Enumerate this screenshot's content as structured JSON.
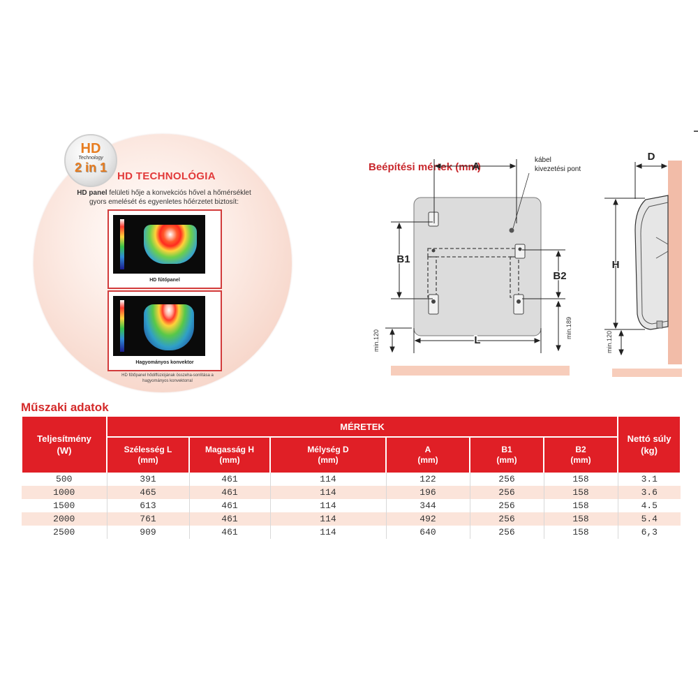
{
  "hd_badge": {
    "hd": "HD",
    "tech": "Technology",
    "twoin1": "2 in 1"
  },
  "hd_title": "HD TECHNOLÓGIA",
  "hd_desc_bold": "HD panel",
  "hd_desc_rest": " felületi hője a konvekciós hővel a hőmérséklet gyors emelését és egyenletes hőérzetet biztosít:",
  "thermo_captions": [
    "HD fűtőpanel",
    "Hagyományos konvektor"
  ],
  "hd_footnote": "HD fűtőpanel hődiffúziójának összeha-sonlítása a hagyományos konvektorral",
  "diagram": {
    "title": "Beépítési mértek (mm)",
    "label_a": "A",
    "label_b1": "B1",
    "label_b2": "B2",
    "label_l": "L",
    "label_d": "D",
    "label_h": "H",
    "cable_line1": "kábel",
    "cable_line2": "kivezetési pont",
    "min120": "min.120",
    "min189": "min.189",
    "min120_side": "min.120"
  },
  "spec": {
    "title": "Műszaki adatok",
    "group_header": "MÉRETEK",
    "col_power": [
      "Teljesítmény",
      "(W)"
    ],
    "col_weight": [
      "Nettó súly",
      "(kg)"
    ],
    "sub_headers": [
      [
        "Szélesség L",
        "(mm)"
      ],
      [
        "Magasság H",
        "(mm)"
      ],
      [
        "Mélység D",
        "(mm)"
      ],
      [
        "A",
        "(mm)"
      ],
      [
        "B1",
        "(mm)"
      ],
      [
        "B2",
        "(mm)"
      ]
    ],
    "rows": [
      [
        "500",
        "391",
        "461",
        "114",
        "122",
        "256",
        "158",
        "3.1"
      ],
      [
        "1000",
        "465",
        "461",
        "114",
        "196",
        "256",
        "158",
        "3.6"
      ],
      [
        "1500",
        "613",
        "461",
        "114",
        "344",
        "256",
        "158",
        "4.5"
      ],
      [
        "2000",
        "761",
        "461",
        "114",
        "492",
        "256",
        "158",
        "5.4"
      ],
      [
        "2500",
        "909",
        "461",
        "114",
        "640",
        "256",
        "158",
        "6,3"
      ]
    ]
  },
  "colors": {
    "accent_red": "#e01f26",
    "title_red": "#c8282d",
    "row_tint": "#fbe4da",
    "hd_orange": "#e77c1f"
  }
}
